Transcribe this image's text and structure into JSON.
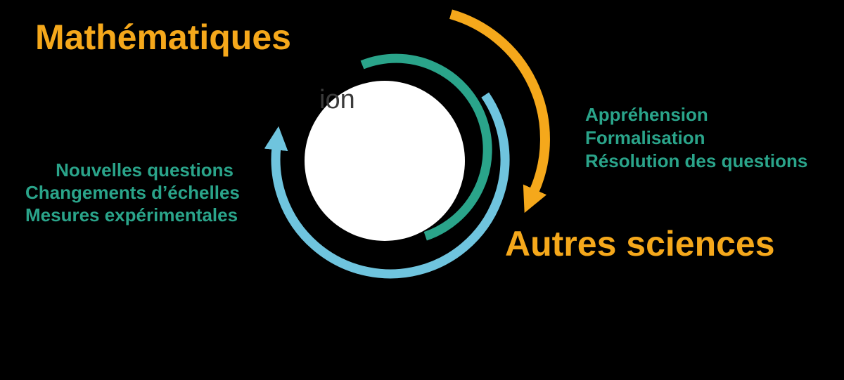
{
  "colors": {
    "background": "#000000",
    "orange": "#F5A81B",
    "teal": "#2AA48A",
    "blue": "#6FC4DE",
    "dark_text": "#3B3B3B",
    "circle_fill": "#FFFFFF"
  },
  "titles": {
    "mathematics": "Mathématiques",
    "other_sciences": "Autres sciences"
  },
  "center": {
    "visible_text_fragment": "ion"
  },
  "math_side_list": {
    "lines": [
      "Appréhension",
      "Formalisation",
      "Résolution des questions"
    ]
  },
  "sciences_side_list": {
    "lines": [
      "Nouvelles questions",
      "Changements d’échelles",
      "Mesures expérimentales"
    ]
  }
}
